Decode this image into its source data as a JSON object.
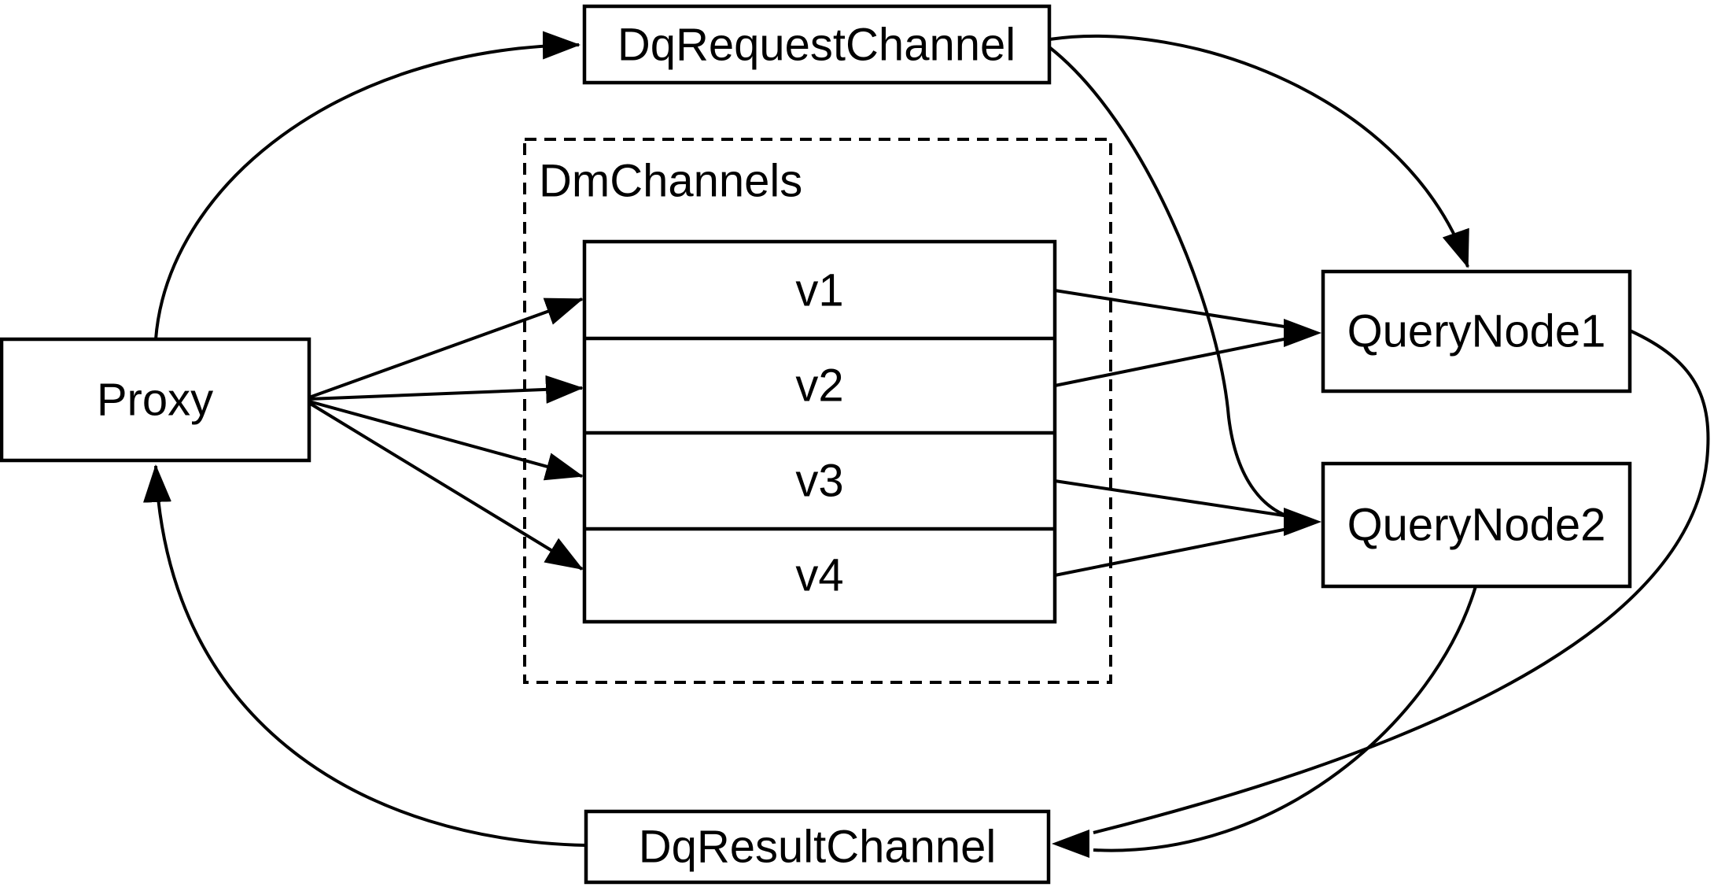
{
  "diagram": {
    "background_color": "#ffffff",
    "stroke_color": "#000000",
    "nodes": {
      "proxy": {
        "label": "Proxy"
      },
      "dq_request_channel": {
        "label": "DqRequestChannel"
      },
      "dm_channels": {
        "label": "DmChannels",
        "channels": [
          "v1",
          "v2",
          "v3",
          "v4"
        ]
      },
      "query_node_1": {
        "label": "QueryNode1"
      },
      "query_node_2": {
        "label": "QueryNode2"
      },
      "dq_result_channel": {
        "label": "DqResultChannel"
      }
    },
    "edges": [
      {
        "from": "Proxy",
        "to": "DqRequestChannel"
      },
      {
        "from": "Proxy",
        "to": "v1"
      },
      {
        "from": "Proxy",
        "to": "v2"
      },
      {
        "from": "Proxy",
        "to": "v3"
      },
      {
        "from": "Proxy",
        "to": "v4"
      },
      {
        "from": "v1",
        "to": "QueryNode1"
      },
      {
        "from": "v2",
        "to": "QueryNode1"
      },
      {
        "from": "v3",
        "to": "QueryNode2"
      },
      {
        "from": "v4",
        "to": "QueryNode2"
      },
      {
        "from": "DqRequestChannel",
        "to": "QueryNode1"
      },
      {
        "from": "DqRequestChannel",
        "to": "QueryNode2"
      },
      {
        "from": "QueryNode1",
        "to": "DqResultChannel"
      },
      {
        "from": "QueryNode2",
        "to": "DqResultChannel"
      },
      {
        "from": "DqResultChannel",
        "to": "Proxy"
      }
    ]
  }
}
